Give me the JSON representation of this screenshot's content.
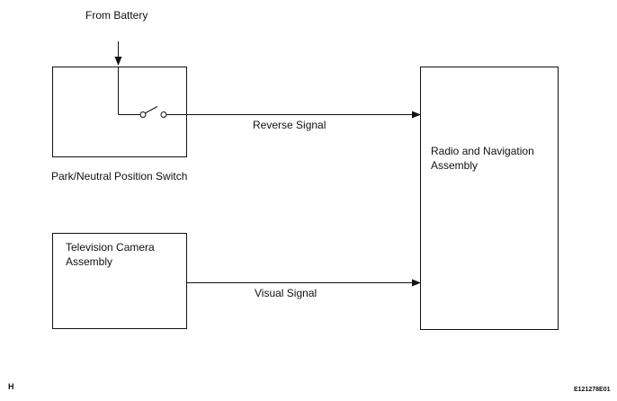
{
  "battery_label": "From Battery",
  "pnp_switch": {
    "label": "Park/Neutral Position Switch"
  },
  "camera": {
    "label_line1": "Television Camera",
    "label_line2": "Assembly"
  },
  "radio": {
    "label_line1": "Radio and Navigation",
    "label_line2": "Assembly"
  },
  "signals": {
    "reverse": "Reverse Signal",
    "visual": "Visual Signal"
  },
  "footer": {
    "left_code": "H",
    "figure_id": "E121278E01"
  },
  "colors": {
    "line": "#111111",
    "background": "#ffffff"
  }
}
